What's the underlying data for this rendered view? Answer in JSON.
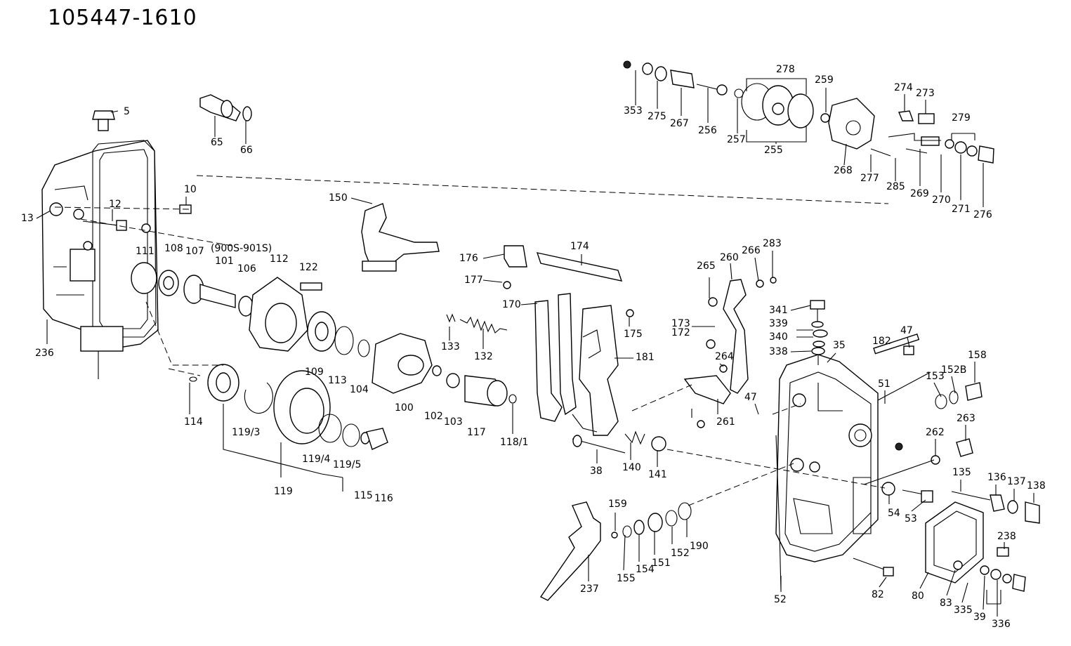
{
  "drawing_number": "105447-1610",
  "labels": [
    {
      "text": "5"
    },
    {
      "text": "65"
    },
    {
      "text": "66"
    },
    {
      "text": "10"
    },
    {
      "text": "12"
    },
    {
      "text": "13"
    },
    {
      "text": "111"
    },
    {
      "text": "108"
    },
    {
      "text": "107"
    },
    {
      "text": "(900S-901S)"
    },
    {
      "text": "101"
    },
    {
      "text": "106"
    },
    {
      "text": "112"
    },
    {
      "text": "122"
    },
    {
      "text": "150"
    },
    {
      "text": "236"
    },
    {
      "text": "109"
    },
    {
      "text": "113"
    },
    {
      "text": "104"
    },
    {
      "text": "114"
    },
    {
      "text": "119/3"
    },
    {
      "text": "119/4"
    },
    {
      "text": "119/5"
    },
    {
      "text": "119"
    },
    {
      "text": "115"
    },
    {
      "text": "116"
    },
    {
      "text": "100"
    },
    {
      "text": "102"
    },
    {
      "text": "103"
    },
    {
      "text": "117"
    },
    {
      "text": "118/1"
    },
    {
      "text": "133"
    },
    {
      "text": "132"
    },
    {
      "text": "176"
    },
    {
      "text": "177"
    },
    {
      "text": "174"
    },
    {
      "text": "170"
    },
    {
      "text": "175"
    },
    {
      "text": "181"
    },
    {
      "text": "38"
    },
    {
      "text": "140"
    },
    {
      "text": "141"
    },
    {
      "text": "353"
    },
    {
      "text": "275"
    },
    {
      "text": "267"
    },
    {
      "text": "256"
    },
    {
      "text": "257"
    },
    {
      "text": "278"
    },
    {
      "text": "255"
    },
    {
      "text": "259"
    },
    {
      "text": "274"
    },
    {
      "text": "273"
    },
    {
      "text": "279"
    },
    {
      "text": "268"
    },
    {
      "text": "277"
    },
    {
      "text": "285"
    },
    {
      "text": "269"
    },
    {
      "text": "270"
    },
    {
      "text": "271"
    },
    {
      "text": "276"
    },
    {
      "text": "265"
    },
    {
      "text": "260"
    },
    {
      "text": "266"
    },
    {
      "text": "283"
    },
    {
      "text": "173"
    },
    {
      "text": "172"
    },
    {
      "text": "264"
    },
    {
      "text": "261"
    },
    {
      "text": "341"
    },
    {
      "text": "339"
    },
    {
      "text": "340"
    },
    {
      "text": "338"
    },
    {
      "text": "35"
    },
    {
      "text": "182"
    },
    {
      "text": "47"
    },
    {
      "text": "51"
    },
    {
      "text": "153"
    },
    {
      "text": "152B"
    },
    {
      "text": "158"
    },
    {
      "text": "263"
    },
    {
      "text": "262"
    },
    {
      "text": "135"
    },
    {
      "text": "136"
    },
    {
      "text": "137"
    },
    {
      "text": "138"
    },
    {
      "text": "54"
    },
    {
      "text": "53"
    },
    {
      "text": "159"
    },
    {
      "text": "155"
    },
    {
      "text": "154"
    },
    {
      "text": "151"
    },
    {
      "text": "152"
    },
    {
      "text": "190"
    },
    {
      "text": "237"
    },
    {
      "text": "52"
    },
    {
      "text": "82"
    },
    {
      "text": "238"
    },
    {
      "text": "80"
    },
    {
      "text": "83"
    },
    {
      "text": "335"
    },
    {
      "text": "39"
    },
    {
      "text": "336"
    }
  ]
}
